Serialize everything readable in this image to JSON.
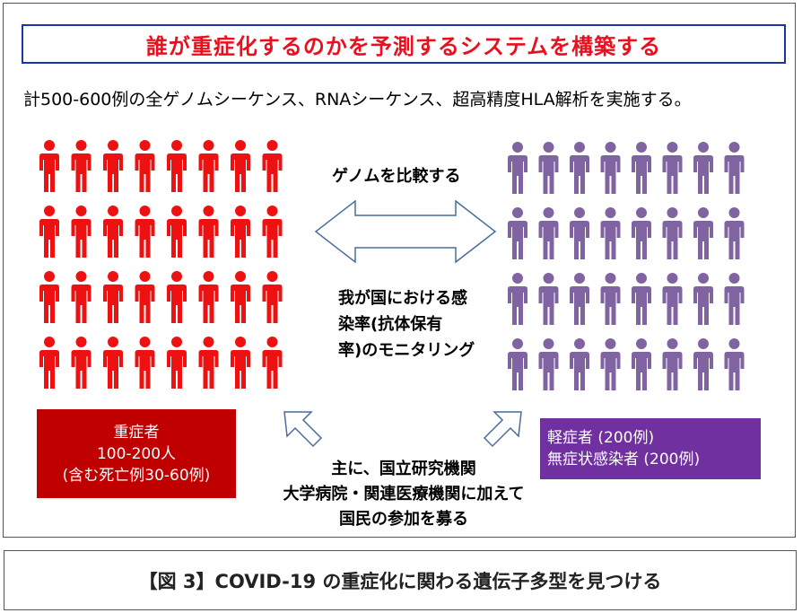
{
  "title": "誰が重症化するのかを予測するシステムを構築する",
  "subtitle": "計500-600例の全ゲノムシーケンス、RNAシーケンス、超高精度HLA解析を実施する。",
  "center": {
    "compare": "ゲノムを比較する",
    "monitor_lines": [
      "我が国における感",
      "染率(抗体保有",
      "率)のモニタリング"
    ]
  },
  "severe_group": {
    "lines": [
      "重症者",
      "100-200人",
      "(含む死亡例30-60例)"
    ],
    "color": "#c00000",
    "figure_color": "#ee1111",
    "figures": 32
  },
  "mild_group": {
    "lines": [
      "軽症者 (200例)",
      "無症状感染者 (200例)"
    ],
    "color": "#7030a0",
    "figure_color": "#8064a2",
    "figures": 32
  },
  "participants_lines": [
    "主に、国立研究機関",
    "大学病院・関連医療機関に加えて",
    "国民の参加を募る"
  ],
  "caption": "【図 3】COVID-19 の重症化に関わる遺伝子多型を見つける",
  "colors": {
    "title_text": "#e8101e",
    "title_border": "#1a33a8"
  }
}
